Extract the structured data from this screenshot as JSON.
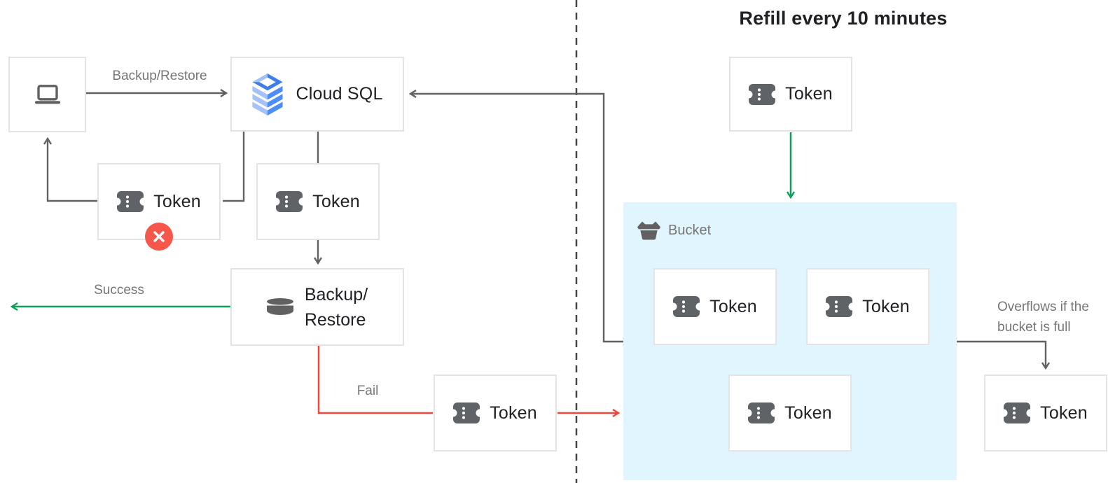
{
  "title": "Refill every 10 minutes",
  "nodes": {
    "cloud_sql": "Cloud SQL",
    "backup_restore": {
      "line1": "Backup/",
      "line2": "Restore"
    },
    "token": "Token",
    "bucket": "Bucket"
  },
  "edges": {
    "request": "Backup/Restore",
    "success": "Success",
    "fail": "Fail",
    "overflow": {
      "line1": "Overflows if the",
      "line2": "bucket is full"
    }
  },
  "icons": {
    "client": "laptop-icon",
    "cloud_sql": "cloud-sql-icon",
    "backup_restore": "database-icon",
    "token": "token-icon",
    "bucket": "bucket-icon",
    "rejected": "x-circle-icon"
  },
  "colors": {
    "success_green": "#0f9d58",
    "fail_red": "#f4453a",
    "reject_circle_red": "#f5574b",
    "bucket_background": "#e1f5fe",
    "line_grey": "#616161",
    "label_grey": "#757575",
    "text_dark": "#202124",
    "box_border": "#e4e4e6",
    "token_icon_grey": "#5f6368",
    "cloud_sql_blue": "#4285f4"
  }
}
